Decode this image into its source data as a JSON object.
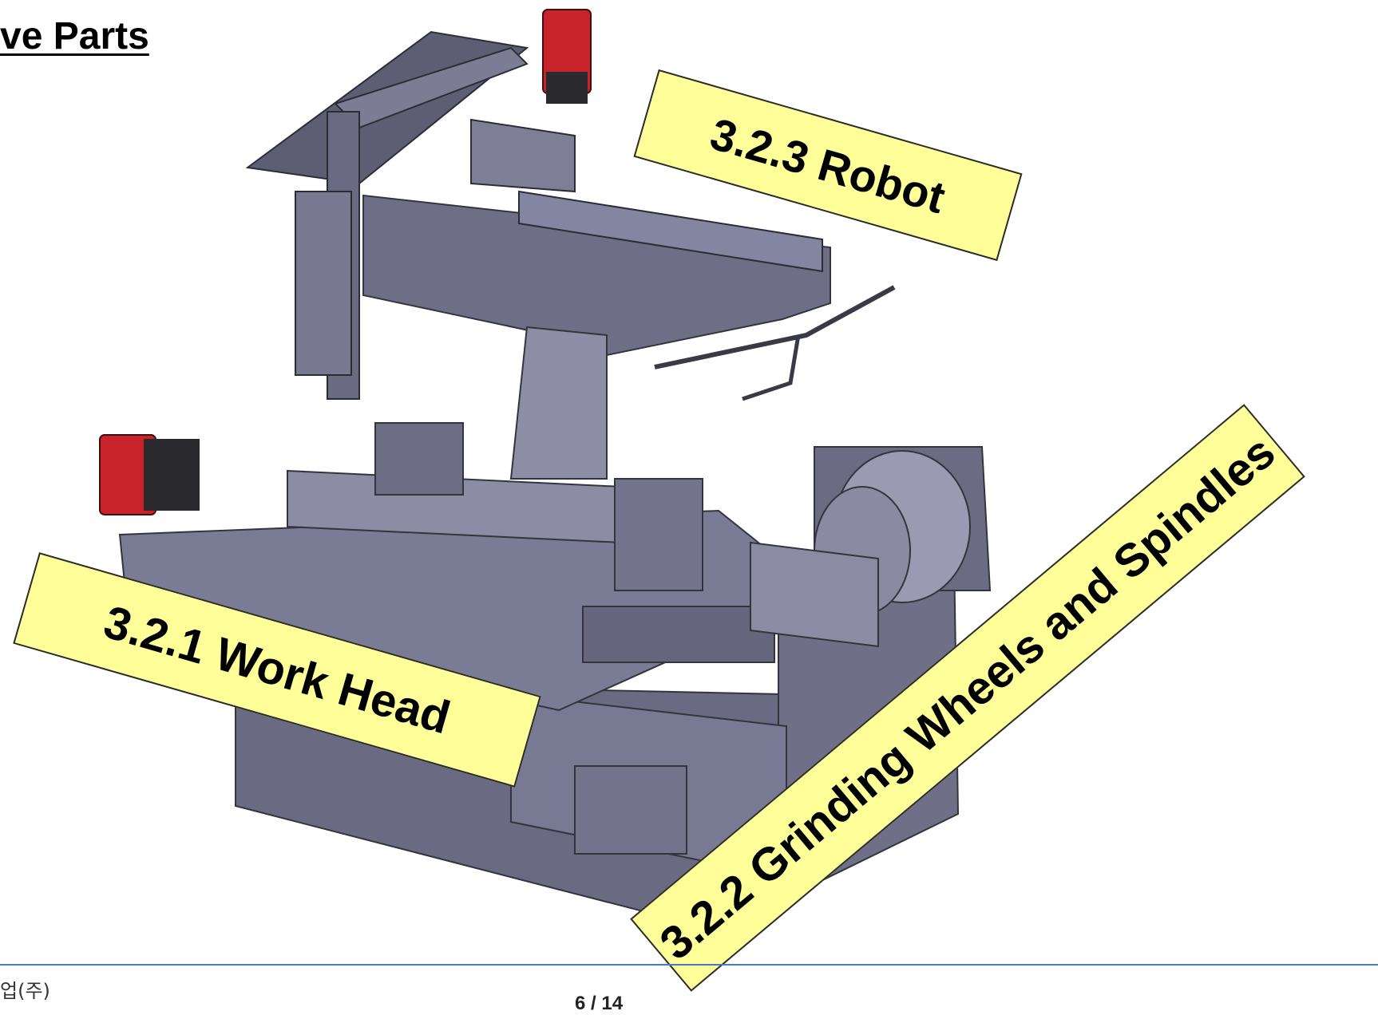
{
  "slide": {
    "title": "ve Parts",
    "callouts": {
      "robot": "3.2.3 Robot",
      "work_head": "3.2.1 Work Head",
      "grinding": "3.2.2 Grinding Wheels and Spindles"
    }
  },
  "footer": {
    "company": "업(주)",
    "page": "6 / 14"
  },
  "colors": {
    "machine_body": "#6c6d85",
    "motor_red": "#c8232a",
    "callout_fill": "#ffff99",
    "footer_rule": "#4a78c8"
  }
}
